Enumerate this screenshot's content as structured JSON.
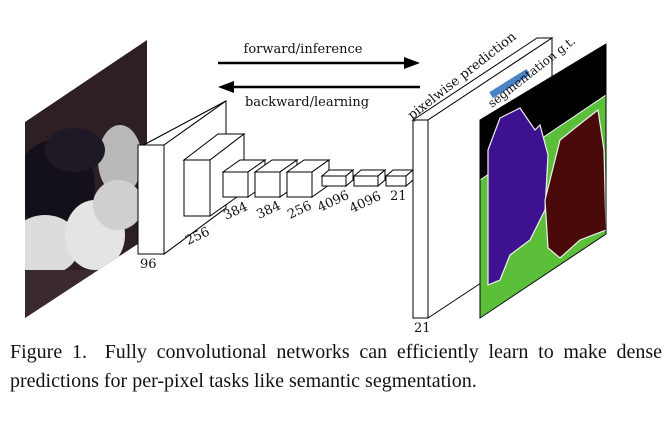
{
  "arrows": {
    "forward_label": "forward/inference",
    "backward_label": "backward/learning"
  },
  "blocks": {
    "input_channels": "96",
    "conv2_channels": "256",
    "conv3_channels": "384",
    "conv4_channels": "384",
    "conv5_channels": "256",
    "fc6_channels": "4096",
    "fc7_channels": "4096",
    "score_channels": "21"
  },
  "output": {
    "prediction_label": "pixelwise prediction",
    "prediction_channels": "21",
    "ground_truth_label": "segmentation g.t."
  },
  "caption": {
    "figure_label": "Figure 1.",
    "text": "Fully convolutional networks can efficiently learn to make dense predictions for per-pixel tasks like semantic segmentation."
  },
  "colors": {
    "dog_class": "#3d1190",
    "cat_class": "#4a0a0a",
    "background_class": "#5bbf3a",
    "void_class": "#000000",
    "label_box": "#4a84c6"
  }
}
